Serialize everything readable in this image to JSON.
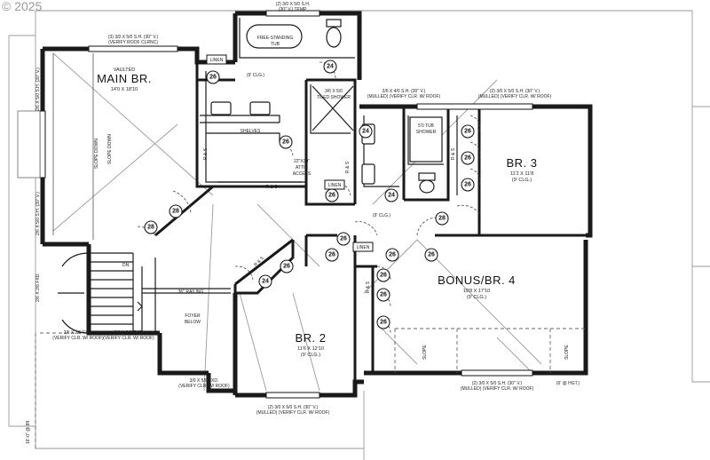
{
  "watermark": "© 2025",
  "rooms": {
    "main_br": "MAIN BR.",
    "main_br_vaulted": "VAULTED",
    "main_br_size": "14'0 X 18'10",
    "br3": "BR. 3",
    "br3_size": "11'2 X 11'8",
    "br3_clg": "(9' CLG.)",
    "bonus": "BONUS/BR. 4",
    "bonus_size": "19'8 X 17'10",
    "bonus_clg": "(9' CLG.)",
    "br2": "BR. 2",
    "br2_size": "11'6 X 12'10",
    "br2_clg": "(9' CLG.)"
  },
  "labels": {
    "free_tub_1": "FREE-STANDING",
    "free_tub_2": "TUB",
    "tile_1": "3/6 X 5/0",
    "tile_2": "TILED SHOWER",
    "shelves": "SHELVES",
    "attic_1": "22\"X30\"",
    "attic_2": "ATTIC",
    "attic_3": "ACCESS",
    "linen": "LINEN",
    "r_s": "R & S",
    "clg_9": "(9' CLG.)",
    "tub_shower_1": "5'0 TUB",
    "tub_shower_2": "SHOWER",
    "dn": "DN",
    "railing": "36\" RAILING",
    "foyer_1": "FOYER",
    "foyer_2": "BELOW",
    "slope_down": "SLOPE DOWN",
    "slope_down_2": "SLOPE DOWN",
    "slope": "SLOPE",
    "ft6": "(6' @ HGT.)"
  },
  "windows": {
    "top_bath": "(2) 3/0 X 5/0 S.H.",
    "top_bath_2": "(30\" V.) TEMP.",
    "main_top": "(3) 3/0 X 5/0 S.H. (30\" V.)",
    "main_top_2": "(VERIFY ROOF CLRNC)",
    "left_upper": "2/6 X 5/0 S.H. (30\" V.)",
    "left_lower": "2/6 X 5/0 S.H. (30\" V.)",
    "left_fxd": "2/6 X 2/6 FXD.",
    "bath_mid_1": "2/6 X 4/0 S.H. (30\" V.)",
    "bath_mid_2": "(MULLED) (VERIFY CLR. W/ ROOF)",
    "br3_top_1": "(2) 3/0 X 5/0 S.H. (30\" V.)",
    "br3_top_2": "(MULLED) (VERIFY CLR. W/ ROOF)",
    "fxd_a_1": "2/6 X 2/6 FXD.",
    "fxd_a_2": "(VERIFY CLR. W/ ROOF)",
    "fxd_b_1": "2/6 X 2/6 FXD.",
    "fxd_b_2": "(VERIFY CLR. W/ ROOF)",
    "br2_side_1": "3/0 X 5/0 FXD.",
    "br2_side_2": "(VERIFY CLR. W/ ROOF)",
    "br2_bot_1": "(2) 3/0 X 6/0 S.H. (30\" V.)",
    "br2_bot_2": "(MULLED) (VERIFY CLR. W/ ROOF)",
    "bonus_bot_1": "(2) 3/0 X 5/0 S.H. (30\" V.)",
    "bonus_bot_2": "(MULLED) (VERIFY CLR. W/ ROOF)",
    "left_bottom": "16'-0\" @ 8ft"
  },
  "door_sizes": {
    "d26": "26",
    "d24": "24",
    "d28": "28"
  }
}
